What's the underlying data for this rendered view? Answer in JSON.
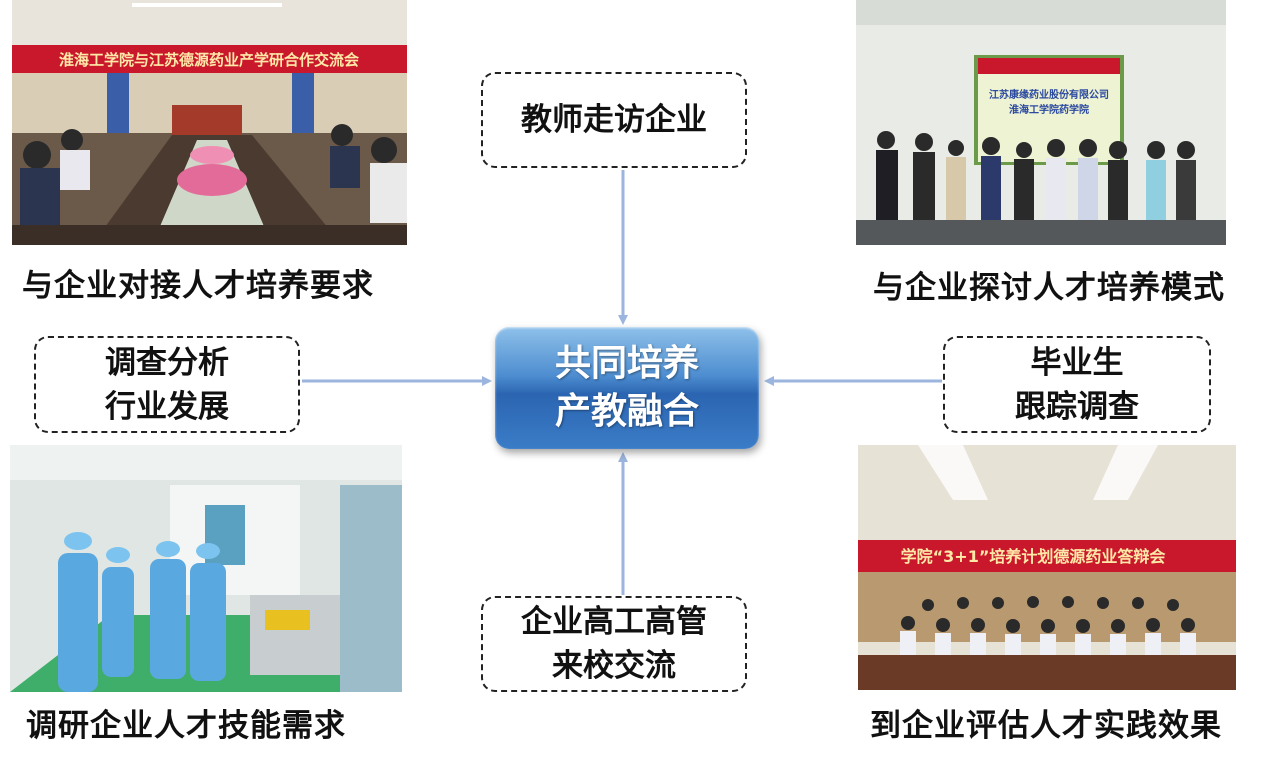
{
  "photos": {
    "top_left": {
      "banner": "淮海工学院与江苏德源药业产学研合作交流会",
      "caption": "与企业对接人才培养要求"
    },
    "top_right": {
      "screen_line1": "江苏康缘药业股份有限公司",
      "screen_line2": "淮海工学院药学院",
      "caption": "与企业探讨人才培养模式"
    },
    "bottom_left": {
      "caption": "调研企业人才技能需求"
    },
    "bottom_right": {
      "banner": "学院“3+1”培养计划德源药业答辩会",
      "caption": "到企业评估人才实践效果"
    }
  },
  "boxes": {
    "top": {
      "line1": "教师走访企业"
    },
    "left": {
      "line1": "调查分析",
      "line2": "行业发展"
    },
    "right": {
      "line1": "毕业生",
      "line2": "跟踪调查"
    },
    "bottom": {
      "line1": "企业高工高管",
      "line2": "来校交流"
    }
  },
  "center": {
    "line1": "共同培养",
    "line2": "产教融合"
  },
  "colors": {
    "arrow": "#9bb5de",
    "center_top": "#8fc1ea",
    "center_bottom": "#2b65b2",
    "banner_red": "#c9182b"
  }
}
